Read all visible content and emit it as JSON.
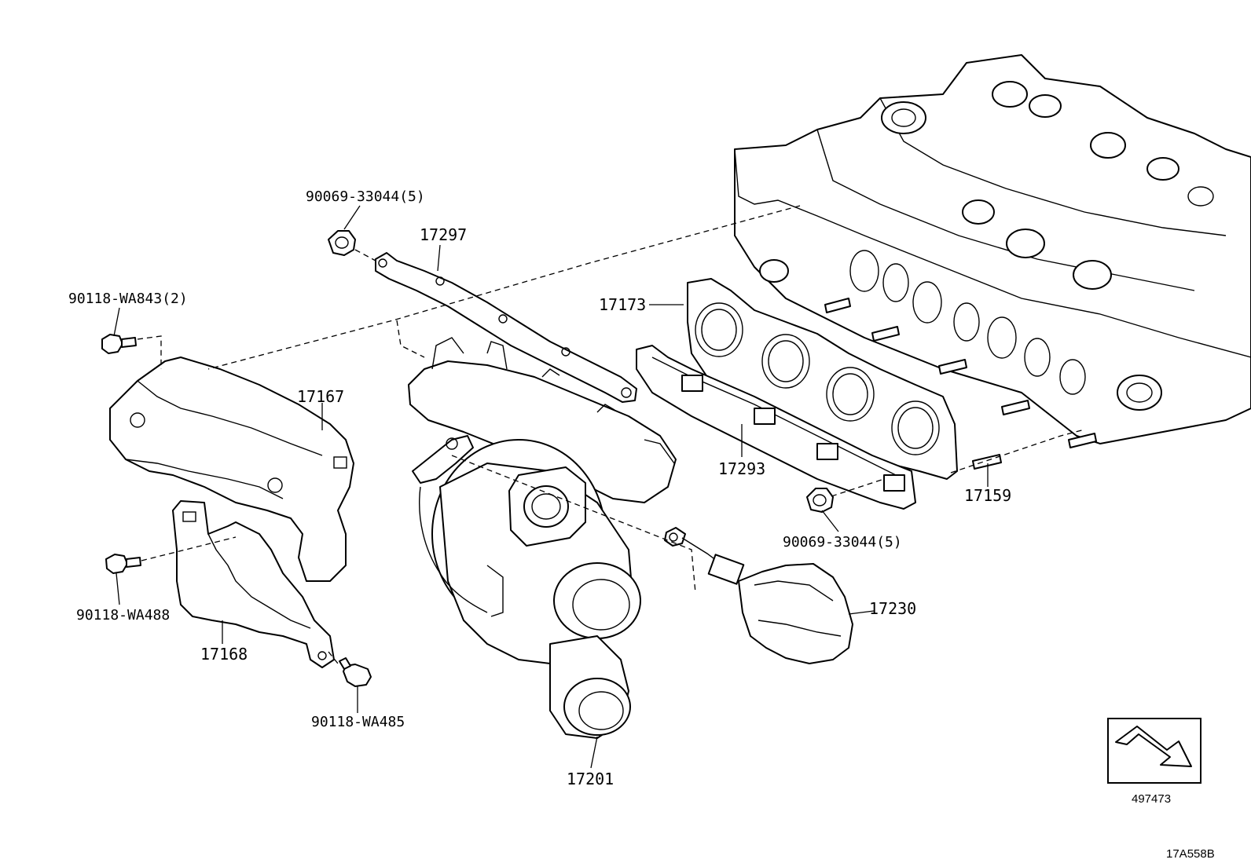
{
  "labels": {
    "p90069_top": "90069-33044(5)",
    "p17297": "17297",
    "p90118_wa843": "90118-WA843(2)",
    "p17173": "17173",
    "p17167": "17167",
    "p17293": "17293",
    "p17159": "17159",
    "p90069_bottom": "90069-33044(5)",
    "p90118_wa488": "90118-WA488",
    "p17230": "17230",
    "p17168": "17168",
    "p90118_wa485": "90118-WA485",
    "p17201": "17201"
  },
  "view_indicator": {
    "code": "497473"
  },
  "figure_code": "17A558B"
}
